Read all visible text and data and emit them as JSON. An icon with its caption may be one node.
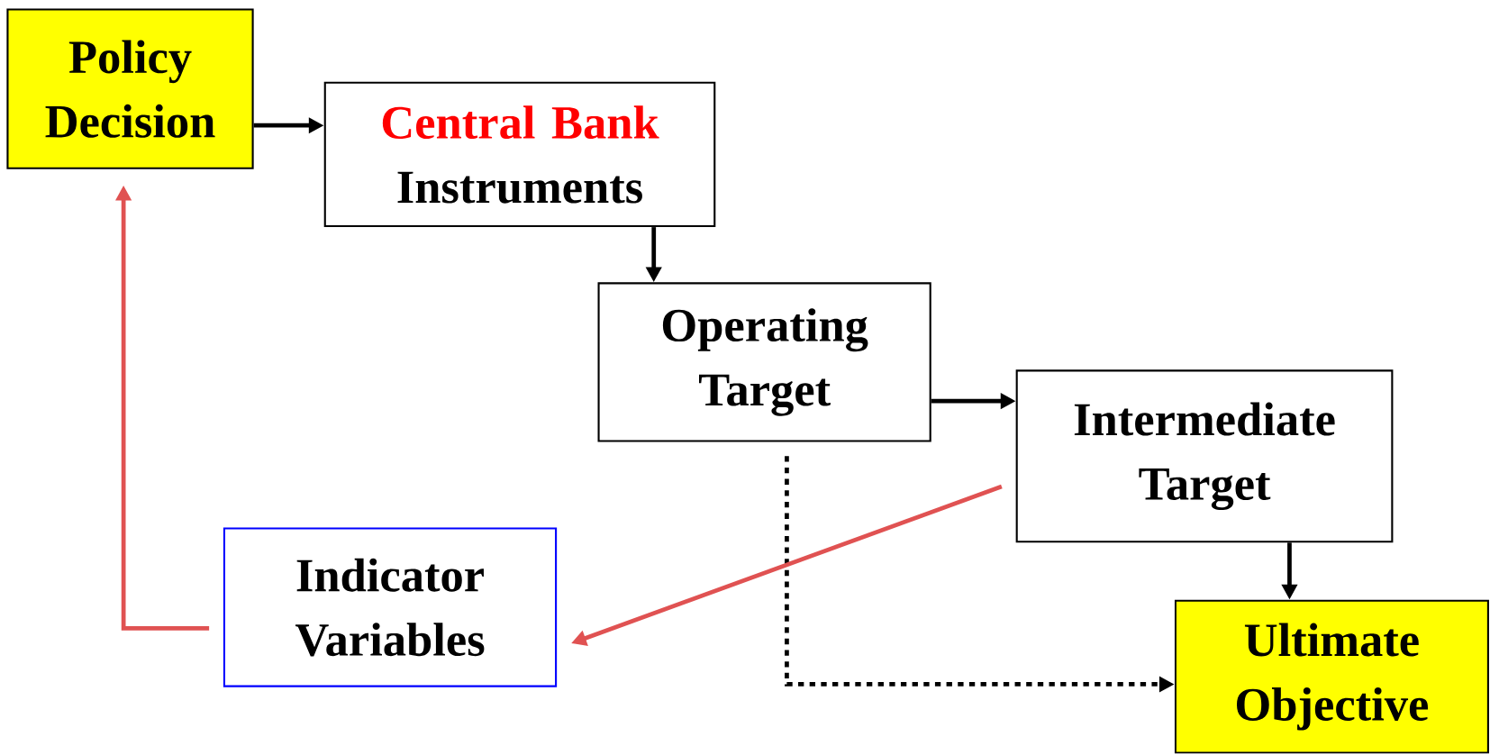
{
  "diagram": {
    "nodes": [
      {
        "text": [
          "Policy Decision"
        ]
      },
      {
        "text": [
          "Central Bank",
          "Instruments"
        ]
      },
      {
        "text": [
          "Operating Target"
        ]
      },
      {
        "text": [
          "Intermediate Target"
        ]
      },
      {
        "text": [
          "Indicator Variables"
        ]
      },
      {
        "text": [
          "Ultimate Objective"
        ]
      }
    ],
    "edges": [
      {
        "from": 0,
        "to": 1,
        "arrow": "to"
      },
      {
        "from": 1,
        "to": 2,
        "arrow": "to"
      },
      {
        "from": 2,
        "to": 3,
        "arrow": "to"
      },
      {
        "from": 3,
        "to": 5,
        "arrow": "to"
      },
      {
        "from": 2,
        "to": 5,
        "arrow": "to",
        "style": "dashed"
      },
      {
        "from": 3,
        "to": 4,
        "arrow": "to",
        "color": "#e05252"
      },
      {
        "from": 4,
        "to": 0,
        "arrow": "to",
        "color": "#e05252"
      }
    ]
  }
}
